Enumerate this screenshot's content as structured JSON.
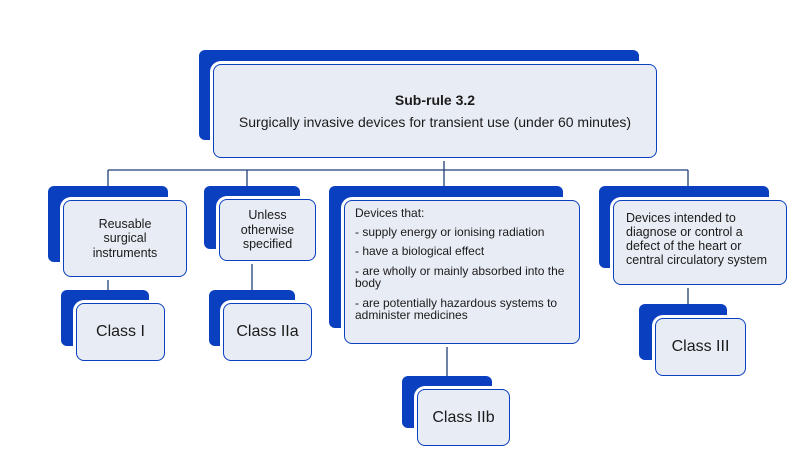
{
  "root": {
    "title": "Sub-rule 3.2",
    "subtitle": "Surgically invasive devices for transient use (under 60 minutes)"
  },
  "branches": [
    {
      "label": "Reusable surgical instruments",
      "class_label": "Class I"
    },
    {
      "label": "Unless otherwise specified",
      "class_label": "Class IIa"
    },
    {
      "intro": "Devices that:",
      "items": [
        "- supply energy or ionising radiation",
        "- have a biological effect",
        "- are wholly or mainly absorbed into the body",
        "- are potentially hazardous systems to administer medicines"
      ],
      "class_label": "Class IIb"
    },
    {
      "label": "Devices intended to diagnose or control a defect of the heart or central circulatory system",
      "class_label": "Class III"
    }
  ],
  "colors": {
    "accent": "#0a3fc0",
    "card_fill": "#e8ecf4",
    "connector": "#1f3f7a"
  }
}
